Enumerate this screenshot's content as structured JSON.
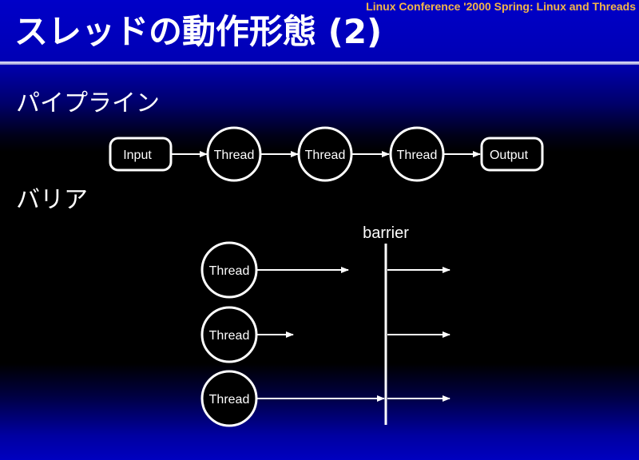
{
  "header": {
    "conference": "Linux Conference '2000 Spring:  Linux and Threads",
    "title": "スレッドの動作形態 (2)"
  },
  "pipeline": {
    "heading": "パイプライン",
    "nodes": [
      {
        "shape": "rounded-rect",
        "label": "Input"
      },
      {
        "shape": "circle",
        "label": "Thread"
      },
      {
        "shape": "circle",
        "label": "Thread"
      },
      {
        "shape": "circle",
        "label": "Thread"
      },
      {
        "shape": "rounded-rect",
        "label": "Output"
      }
    ]
  },
  "barrier": {
    "heading": "バリア",
    "label": "barrier",
    "threads": [
      {
        "label": "Thread",
        "progress_before_barrier": "short-of-barrier"
      },
      {
        "label": "Thread",
        "progress_before_barrier": "far-from-barrier"
      },
      {
        "label": "Thread",
        "progress_before_barrier": "reached-barrier"
      }
    ]
  },
  "colors": {
    "background": "#000000",
    "header_blue": "#0000c0",
    "conference_text": "#f2b64a",
    "text": "#ffffff"
  }
}
